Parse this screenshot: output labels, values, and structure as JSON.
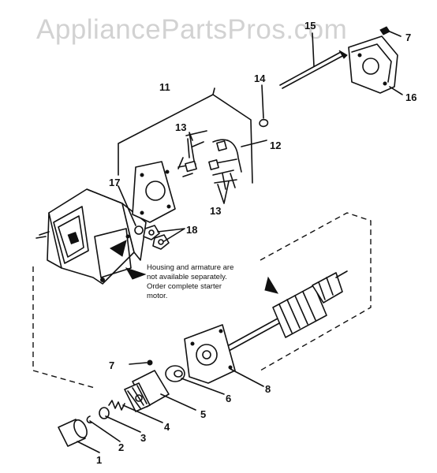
{
  "watermark": "AppliancePartsPros.com",
  "note": {
    "lines": [
      "Housing and armature are",
      "not available separately.",
      "Order complete starter",
      "motor."
    ]
  },
  "callouts": {
    "c1": "1",
    "c2": "2",
    "c3": "3",
    "c4": "4",
    "c5": "5",
    "c6": "6",
    "c7a": "7",
    "c7b": "7",
    "c8": "8",
    "c11": "11",
    "c12": "12",
    "c13a": "13",
    "c13b": "13",
    "c14": "14",
    "c15": "15",
    "c16": "16",
    "c17": "17",
    "c18": "18"
  }
}
